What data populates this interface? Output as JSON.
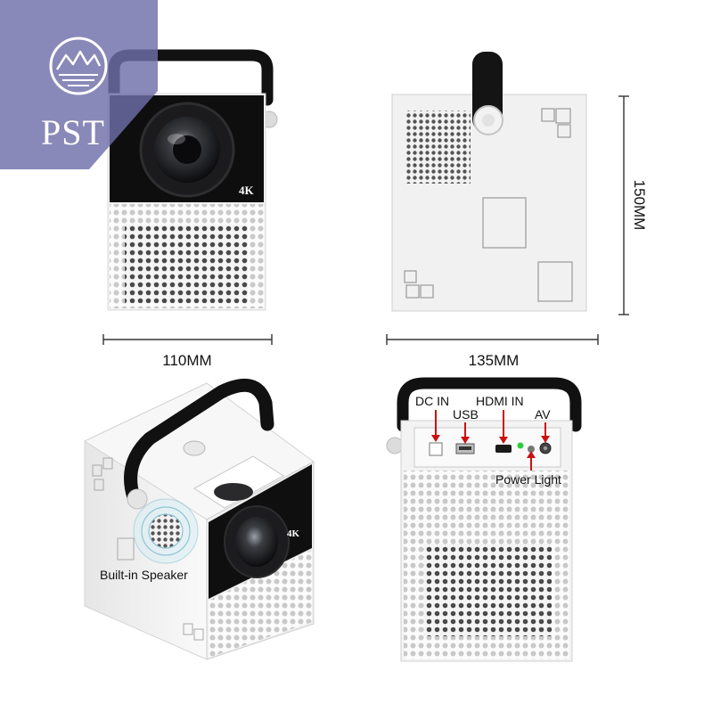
{
  "brand": {
    "logo_text": "PST",
    "badge_color": "#6e6fa8",
    "icon": "mountain-lake-logo-icon"
  },
  "dimensions": {
    "width_label": "110MM",
    "depth_label": "135MM",
    "height_label": "150MM"
  },
  "front_view": {
    "badge_text": "4K"
  },
  "iso_view": {
    "badge_text": "4K",
    "speaker_label": "Built-in Speaker"
  },
  "ports": {
    "dc_label": "DC IN",
    "usb_label": "USB",
    "hdmi_label": "HDMI IN",
    "av_label": "AV",
    "power_label": "Power Light",
    "arrow_color": "#cc1111",
    "led_color": "#2ecc40"
  }
}
